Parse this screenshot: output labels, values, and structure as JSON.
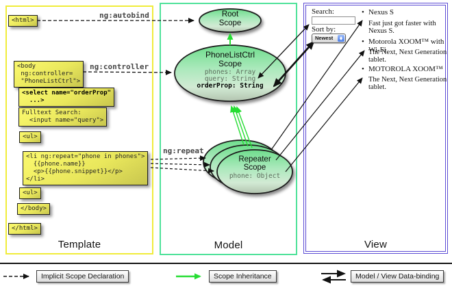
{
  "columns": {
    "template_title": "Template",
    "model_title": "Model",
    "view_title": "View"
  },
  "labels": {
    "autobind": "ng:autobind",
    "controller": "ng:controller",
    "repeat": "ng:repeat"
  },
  "template": {
    "boxes": {
      "html_open": {
        "lines": [
          "<html>"
        ]
      },
      "body_open": {
        "lines": [
          "<body",
          " ng:controller=",
          " \"PhoneListCtrl\">"
        ]
      },
      "select": {
        "lines": [
          "<select name=\"orderProp\"",
          "  ...>"
        ]
      },
      "fulltext": {
        "lines": [
          "Fulltext Search:",
          "  <input name=\"query\">"
        ]
      },
      "ul_open": {
        "lines": [
          "<ul>"
        ]
      },
      "li_repeat": {
        "lines": [
          "<li ng:repeat=\"phone in phones\">",
          "  {{phone.name}}",
          "  <p>{{phone.snippet}}</p>",
          "</li>"
        ]
      },
      "ul_close": {
        "lines": [
          "<ul>"
        ]
      },
      "body_close": {
        "lines": [
          "</body>"
        ]
      },
      "html_close": {
        "lines": [
          "</html>"
        ]
      }
    }
  },
  "model": {
    "root_scope": {
      "line1": "Root",
      "line2": "Scope"
    },
    "phonelist_scope": {
      "line1": "PhoneListCtrl",
      "line2": "Scope",
      "prop_phones": "phones: Array",
      "prop_query": "query: String",
      "prop_orderprop": "orderProp: String"
    },
    "repeater_scope": {
      "line1": "Repeater",
      "line2": "Scope",
      "prop": "phone: Object"
    }
  },
  "view": {
    "search_label": "Search:",
    "sort_label": "Sort by:",
    "sort_value": "Newest",
    "bullet": "•",
    "items": [
      {
        "name": "Nexus S",
        "desc": "Fast just got faster with Nexus S."
      },
      {
        "name": "Motorola XOOM™ with Wi-Fi",
        "desc": "The Next, Next Generation tablet."
      },
      {
        "name": "MOTOROLA XOOM™",
        "desc": "The Next, Next Generation tablet."
      }
    ]
  },
  "legend": {
    "implicit": "Implicit Scope Declaration",
    "inheritance": "Scope Inheritance",
    "databinding": "Model / View Data-binding"
  },
  "colors": {
    "template_border": "#f0ec3a",
    "model_border": "#4fe29a",
    "view_border": "#5b4bd4",
    "box_yellow": "#efe95c",
    "scope_green": "#7bdf96",
    "arrow_green": "#26dd33",
    "arrow_black": "#111111"
  }
}
